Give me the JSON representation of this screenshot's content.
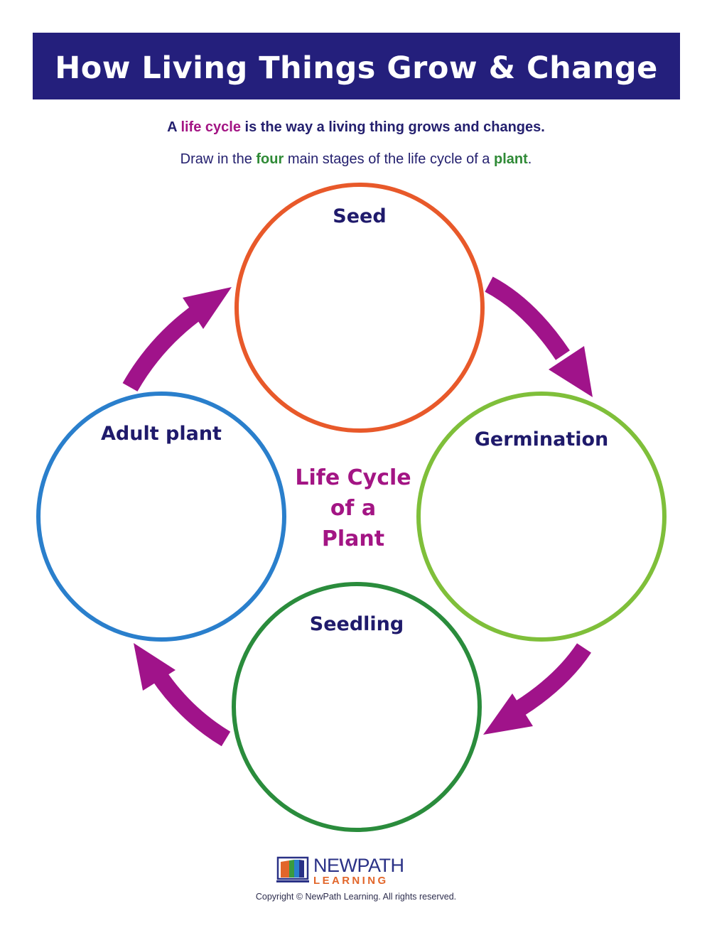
{
  "header": {
    "title": "How Living Things Grow & Change"
  },
  "intro": {
    "line1": {
      "prefix": "A ",
      "highlight": "life cycle",
      "suffix": " is the way a living thing grows and changes."
    },
    "line2": {
      "part1": "Draw in the ",
      "highlight1": "four",
      "part2": " main stages of the life cycle of a ",
      "highlight2": "plant",
      "part3": "."
    }
  },
  "diagram": {
    "center_title": [
      "Life Cycle",
      "of a",
      "Plant"
    ],
    "stages": [
      {
        "name": "Seed",
        "color": "#e8592a"
      },
      {
        "name": "Germination",
        "color": "#7fbf3a"
      },
      {
        "name": "Seedling",
        "color": "#2a8c3c"
      },
      {
        "name": "Adult plant",
        "color": "#2a7fcc"
      }
    ],
    "arrow_color": "#a0138a",
    "text_color": "#1f1a6b"
  },
  "footer": {
    "logo_top": "NEWPATH",
    "logo_bottom": "LEARNING",
    "copyright": "Copyright © NewPath Learning.  All rights reserved."
  }
}
